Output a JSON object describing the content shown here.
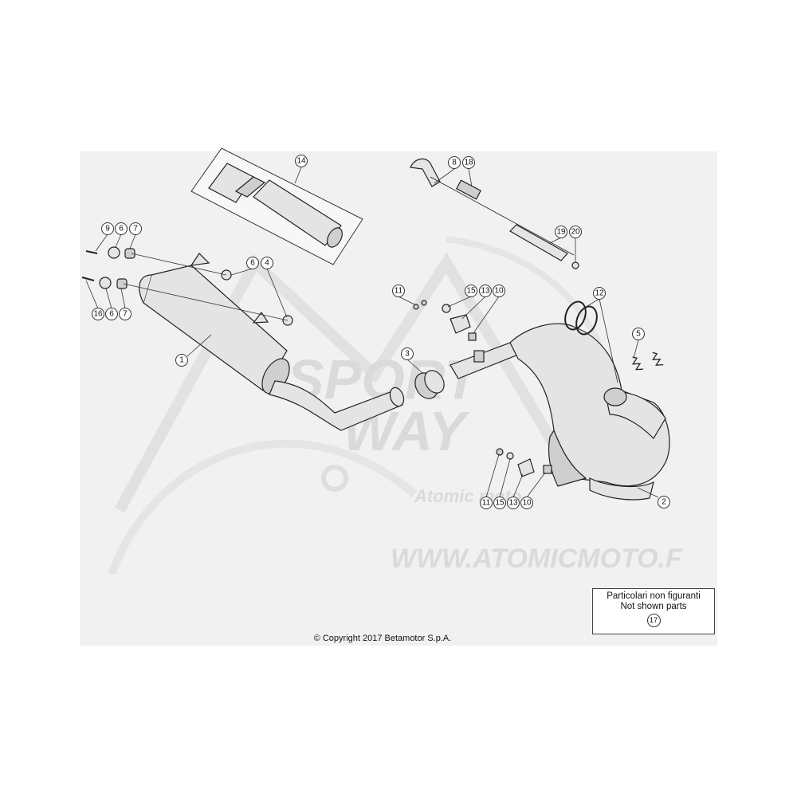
{
  "legend": {
    "line1": "Particolari non figuranti",
    "line2": "Not shown parts",
    "ref": "17"
  },
  "copyright": "© Copyright 2017 Betamotor S.p.A.",
  "watermark": {
    "line1": "SPORT",
    "line2": "WAY",
    "url": "WWW.ATOMICMOTO.F",
    "brand": "Atomic moto"
  },
  "callouts": [
    "14",
    "8",
    "18",
    "19",
    "20",
    "9",
    "6",
    "7",
    "6",
    "4",
    "16",
    "6",
    "7",
    "1",
    "11",
    "15",
    "13",
    "10",
    "3",
    "12",
    "5",
    "11",
    "15",
    "13",
    "10",
    "2"
  ],
  "colors": {
    "background": "#f1f1f1",
    "line": "#222222",
    "watermark": "#d8d8d8"
  }
}
